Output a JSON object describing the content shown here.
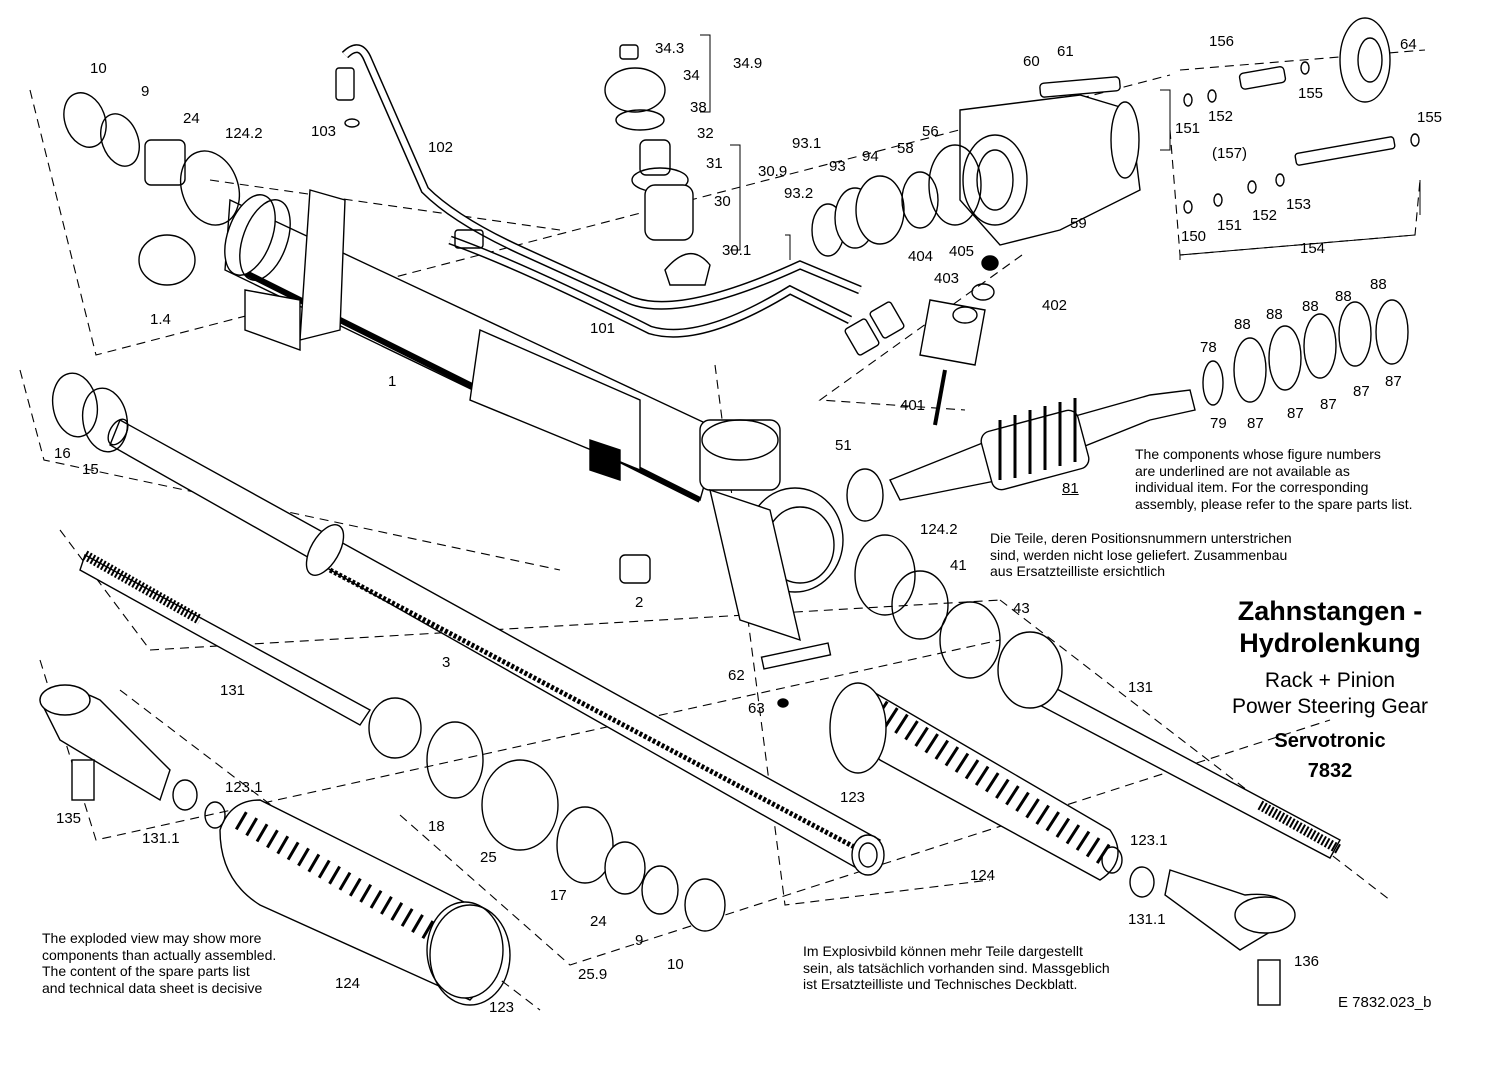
{
  "title": {
    "line1": "Zahnstangen -",
    "line2": "Hydrolenkung",
    "line3": "Rack + Pinion",
    "line4": "Power Steering Gear",
    "line5": "Servotronic",
    "line6": "7832"
  },
  "notes": {
    "underlined_en": [
      "The components whose figure numbers",
      "are underlined are not available as",
      "individual item. For the corresponding",
      "assembly, please refer to the spare parts list."
    ],
    "underlined_de": [
      "Die Teile, deren Positionsnummern unterstrichen",
      "sind, werden nicht lose geliefert. Zusammenbau",
      "aus Ersatzteilliste ersichtlich"
    ],
    "exploded_en": [
      "The exploded view may show more",
      "components than actually assembled.",
      "The content of the spare parts list",
      "and technical data sheet is decisive"
    ],
    "exploded_de": [
      "Im Explosivbild können mehr Teile dargestellt",
      "sein, als tatsächlich vorhanden sind. Massgeblich",
      "ist Ersatzteilliste und Technisches Deckblatt."
    ]
  },
  "drawing_code": "E 7832.023_b",
  "labels": [
    "10",
    "9",
    "24",
    "124.2",
    "103",
    "102",
    "34.3",
    "34",
    "34.9",
    "38",
    "32",
    "31",
    "30.9",
    "30",
    "30.1",
    "93.1",
    "93",
    "94",
    "58",
    "56",
    "93.2",
    "60",
    "61",
    "156",
    "64",
    "155",
    "151",
    "152",
    "(157)",
    "155",
    "153",
    "150",
    "151",
    "152",
    "154",
    "59",
    "404",
    "405",
    "403",
    "402",
    "1.4",
    "101",
    "401",
    "1",
    "78",
    "88",
    "88",
    "88",
    "88",
    "88",
    "79",
    "87",
    "87",
    "87",
    "87",
    "87",
    "16",
    "15",
    "51",
    "81",
    "124.2",
    "41",
    "43",
    "2",
    "3",
    "131",
    "62",
    "63",
    "131",
    "135",
    "123.1",
    "131.1",
    "18",
    "25",
    "123",
    "123.1",
    "124",
    "17",
    "24",
    "9",
    "10",
    "25.9",
    "124",
    "123",
    "131.1",
    "136"
  ],
  "colors": {
    "ink": "#000000",
    "paper": "#ffffff"
  }
}
